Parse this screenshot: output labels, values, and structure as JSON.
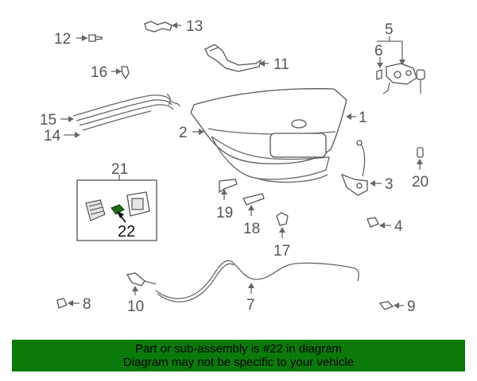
{
  "callouts": {
    "n1": "1",
    "n2": "2",
    "n3": "3",
    "n4": "4",
    "n5": "5",
    "n6": "6",
    "n7": "7",
    "n8": "8",
    "n9": "9",
    "n10": "10",
    "n11": "11",
    "n12": "12",
    "n13": "13",
    "n14": "14",
    "n15": "15",
    "n16": "16",
    "n17": "17",
    "n18": "18",
    "n19": "19",
    "n20": "20",
    "n21": "21",
    "n22": "22"
  },
  "highlight_color": "#1f6b1f",
  "banner": {
    "line1": "Part or sub-assembly is #22 in diagram",
    "line2": "Diagram may not be specific to your vehicle",
    "color": "#0b7a0b"
  }
}
